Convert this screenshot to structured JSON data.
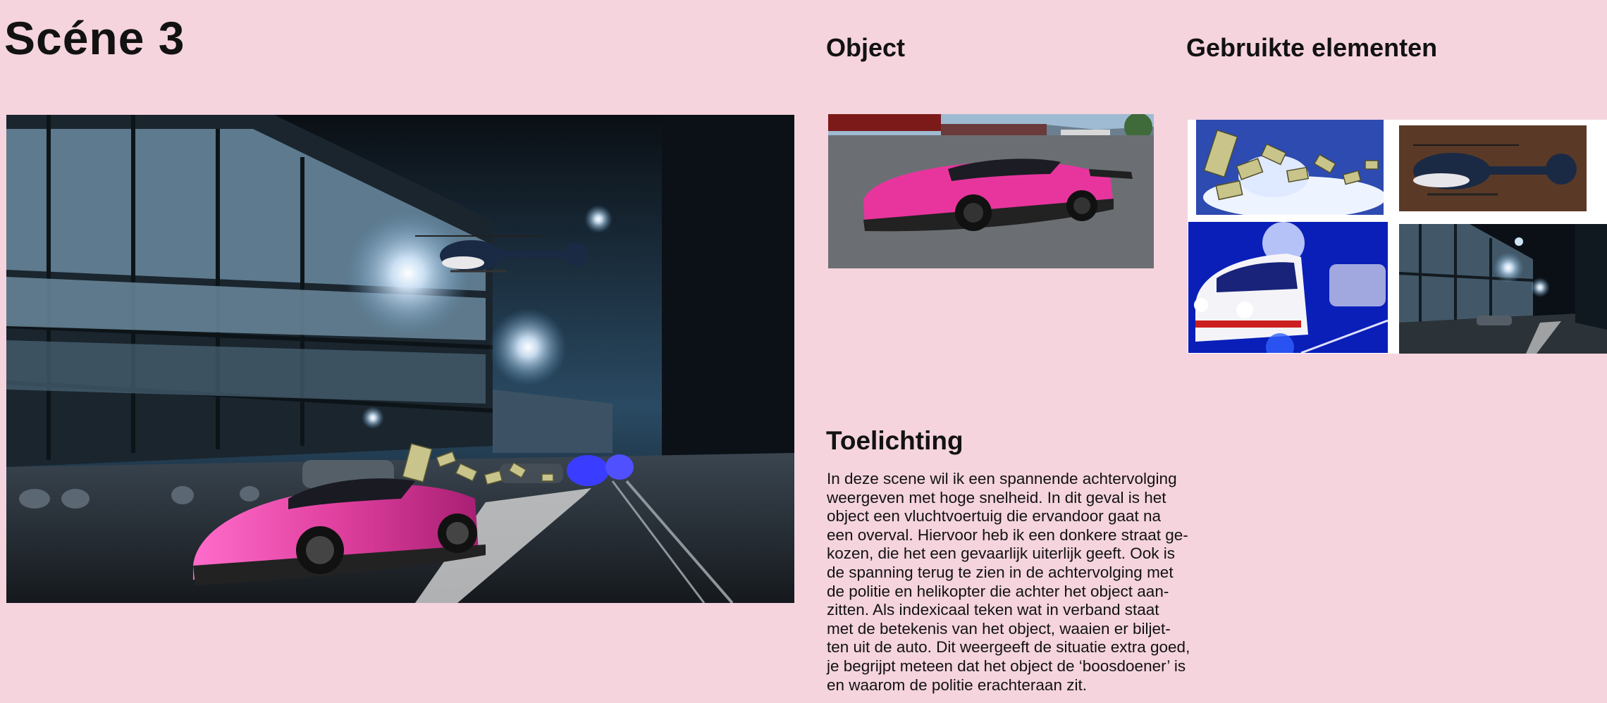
{
  "title": "Scéne 3",
  "headings": {
    "object": "Object",
    "used_elements": "Gebruikte elementen",
    "explanation": "Toelichting"
  },
  "explanation_lines": [
    "In deze scene wil ik een spannende achtervolging",
    "weergeven met hoge snelheid. In dit geval is het",
    "object een vluchtvoertuig die ervandoor gaat na",
    "een overval. Hiervoor heb ik een donkere straat ge-",
    "kozen, die het een gevaarlijk uiterlijk geeft. Ook is",
    "de spanning terug te zien in de achtervolging met",
    "de politie en helikopter die achter het object aan-",
    "zitten. Als indexicaal teken wat in verband staat",
    "met de betekenis van het object, waaien er biljet-",
    "ten uit de auto. Dit weergeeft de situatie extra goed,",
    "je begrijpt meteen dat het object de ‘boosdoener’ is",
    "en waarom de politie erachteraan zit."
  ],
  "colors": {
    "background": "#f5d4de",
    "car_pink": "#e0409f",
    "police_blue": "#2030ff"
  }
}
